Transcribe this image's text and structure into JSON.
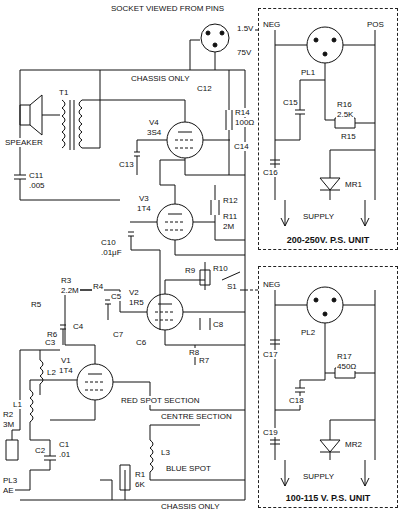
{
  "diagram": {
    "nodes": [
      {
        "text": [
          "200-250V. P.S. UNIT"
        ]
      },
      {
        "text": [
          "100-115 V. P.S. UNIT"
        ]
      }
    ],
    "labels": [
      "SOCKET VIEWED FROM PINS",
      "1.5V",
      "75V",
      "C12",
      "SPEAKER",
      "T1",
      "C11",
      ".005",
      "V4",
      "3S4",
      "R14",
      "100Ω",
      "C14",
      "C13",
      "V3",
      "1T4",
      "C10",
      ".01μF",
      "R12",
      "R11",
      "2M",
      "R9",
      "R10",
      "S1",
      "V2",
      "1R5",
      "C8",
      "R8",
      "R7",
      "R4",
      "R3",
      "2.2M",
      "C5",
      "C6",
      "C7",
      "RED SPOT SECTION",
      "CENTRE SECTION",
      "L3",
      "BLUE SPOT",
      "R1",
      "6K",
      "V1",
      "1T4",
      "C3",
      "L2",
      "L1",
      "C2",
      "C1",
      ".01",
      "R2",
      "3M",
      "PL3",
      "AE",
      "C4",
      "R5",
      "R6",
      "CHASSIS ONLY",
      "CHASSIS ONLY",
      "NEG",
      "POS",
      "PL1",
      "C15",
      "R16",
      "2.5K",
      "R15",
      "C16",
      "MR1",
      "SUPPLY",
      "NEG",
      "PL2",
      "C17",
      "R17",
      "450Ω",
      "C18",
      "C19",
      "MR2",
      "SUPPLY"
    ]
  }
}
